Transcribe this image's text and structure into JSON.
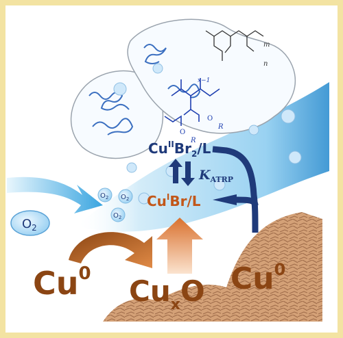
{
  "colors": {
    "frame": "#f5e6a8",
    "copper": "#8b4513",
    "copper_light": "#d2691e",
    "navy": "#1f3a7a",
    "polymer_blue": "#1e3fb0",
    "sky": "#5bb7ea"
  },
  "labels": {
    "cu2_main": "Cu",
    "cu2_sup": "II",
    "cu2_rest": "Br",
    "cu2_sub": "2",
    "cu2_ligand": "/L",
    "katrp_k": "K",
    "katrp_sub": "ATRP",
    "cu1_main": "Cu",
    "cu1_sup": "I",
    "cu1_rest": "Br/L",
    "o2_main": "O",
    "o2_sub": "2",
    "cu0_left": "Cu",
    "cu0_left_sup": "0",
    "cuxo_main": "Cu",
    "cuxo_sub": "x",
    "cuxo_end": "O",
    "cu0_right": "Cu",
    "cu0_right_sup": "0",
    "bubble_o2_a": "O",
    "bubble_o2_a_sub": "2",
    "bubble_o2_b": "O",
    "bubble_o2_b_sub": "2",
    "bubble_o2_c": "O",
    "bubble_o2_c_sub": "2",
    "poly_m": "m",
    "poly_n": "n",
    "poly_x1": "x−1",
    "poly_R1": "R",
    "poly_R2": "R",
    "poly_O1": "O",
    "poly_O2": "O"
  }
}
